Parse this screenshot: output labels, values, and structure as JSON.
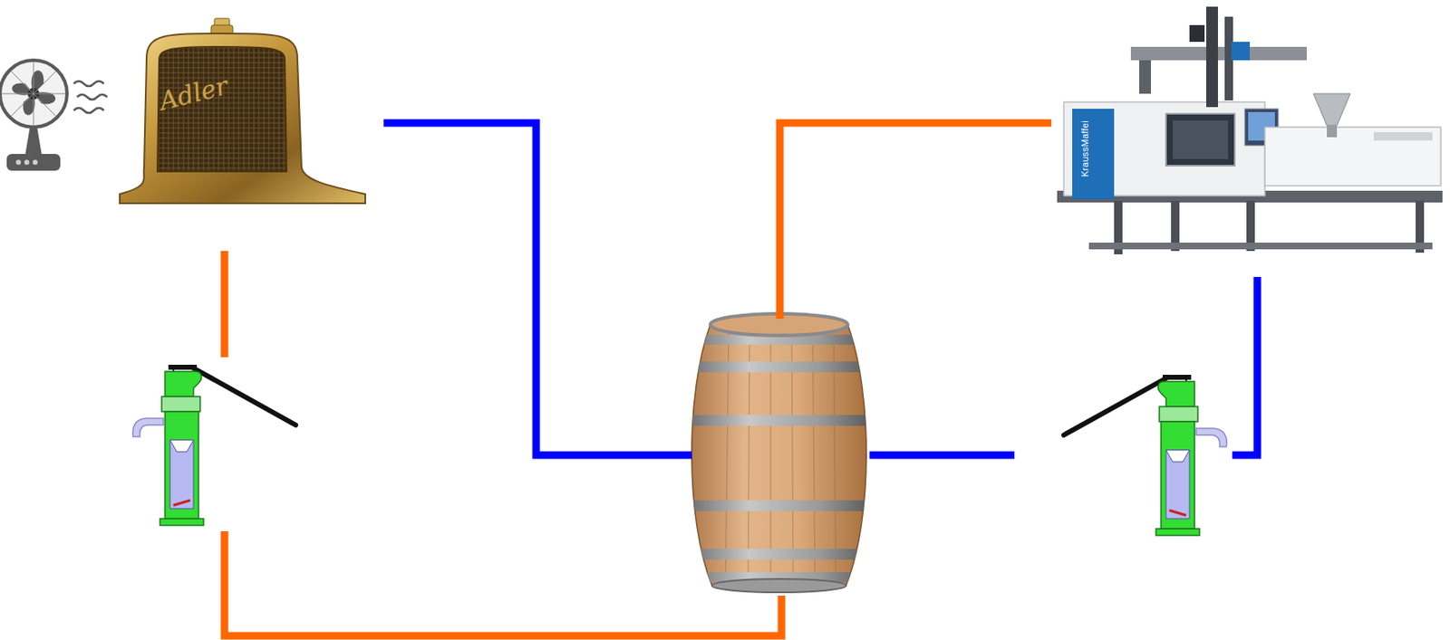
{
  "diagram": {
    "nodes": [
      {
        "text": [
          "Adler"
        ]
      },
      {
        "text": [
          "KraussMaffei"
        ]
      },
      {
        "text": []
      },
      {
        "text": []
      },
      {
        "text": []
      }
    ],
    "edges": [
      {
        "from": 0,
        "to": 3,
        "arrow": "none"
      },
      {
        "from": 3,
        "to": 1,
        "arrow": "none"
      },
      {
        "from": 1,
        "to": 4,
        "arrow": "none"
      },
      {
        "from": 4,
        "to": 3,
        "arrow": "none"
      },
      {
        "from": 0,
        "to": 2,
        "arrow": "none"
      },
      {
        "from": 2,
        "to": 3,
        "arrow": "none"
      }
    ]
  }
}
